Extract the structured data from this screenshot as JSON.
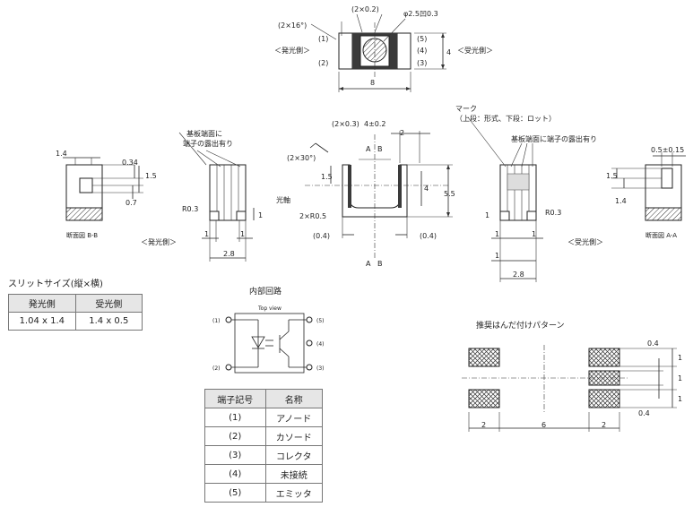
{
  "top_view": {
    "angle_label": "(2×16°)",
    "pitch_label": "(2×0.2)",
    "hole_label": "φ2.5凹0.3",
    "emit_side": "＜発光側＞",
    "recv_side": "＜受光側＞",
    "pin1": "(1)",
    "pin2": "(2)",
    "pin3": "(3)",
    "pin4": "(4)",
    "pin5": "(5)",
    "height_dim": "4",
    "width_dim": "8"
  },
  "front_view": {
    "face_note_line1": "基板端面に",
    "face_note_line2": "端子の露出有り",
    "mark_note_line1": "マーク",
    "mark_note_line2": "（上段：形式、下段：ロット）",
    "face_note_right": "基板端面に端子の露出有り",
    "dim_2x03": "(2×0.3)",
    "dim_4pm02": "4±0.2",
    "dim_2": "2",
    "dim_2x30": "(2×30°)",
    "dim_15": "1.5",
    "dim_4": "4",
    "dim_55": "5.5",
    "optical_axis": "光軸",
    "dim_2xR05": "2×R0.5",
    "dim_04_left": "(0.4)",
    "dim_04_right": "(0.4)",
    "section_a": "A",
    "section_b": "B",
    "r03_left": "R0.3",
    "r03_right": "R0.3",
    "dim_1": "1",
    "dim_28": "2.8",
    "emit_side": "＜発光側＞",
    "recv_side": "＜受光側＞"
  },
  "section_bb": {
    "dim_14": "1.4",
    "dim_034": "0.34",
    "dim_15": "1.5",
    "dim_07": "0.7",
    "label": "断面図 B-B"
  },
  "section_aa": {
    "dim_05pm015": "0.5±0.15",
    "dim_15": "1.5",
    "dim_14": "1.4",
    "label": "断面図 A-A"
  },
  "slit": {
    "title": "スリットサイズ(縦×横)",
    "headers": [
      "発光側",
      "受光側"
    ],
    "values": [
      "1.04 x 1.4",
      "1.4 x 0.5"
    ]
  },
  "circuit": {
    "title": "内部回路",
    "top_view_label": "Top view",
    "pins": [
      "(1)",
      "(2)",
      "(3)",
      "(4)",
      "(5)"
    ]
  },
  "terminals": {
    "headers": [
      "端子記号",
      "名称"
    ],
    "rows": [
      {
        "no": "(1)",
        "name": "アノード"
      },
      {
        "no": "(2)",
        "name": "カソード"
      },
      {
        "no": "(3)",
        "name": "コレクタ"
      },
      {
        "no": "(4)",
        "name": "未接続"
      },
      {
        "no": "(5)",
        "name": "エミッタ"
      }
    ]
  },
  "solder": {
    "title": "推奨はんだ付けパターン",
    "dim_04_top": "0.4",
    "dim_04_bottom": "0.4",
    "dim_1a": "1",
    "dim_1b": "1",
    "dim_1c": "1",
    "dim_2_left": "2",
    "dim_6": "6",
    "dim_2_right": "2"
  }
}
